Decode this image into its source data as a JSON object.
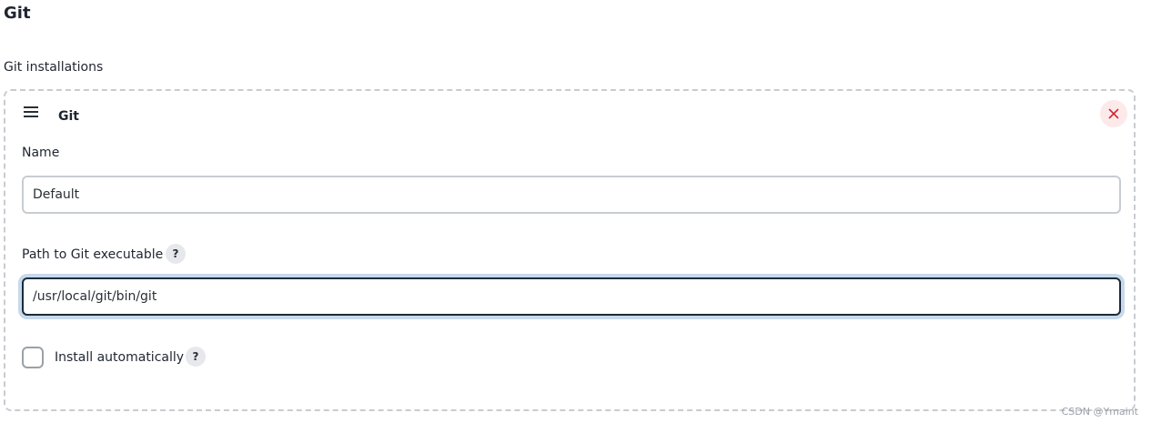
{
  "section": {
    "title": "Git",
    "installations_label": "Git installations"
  },
  "installation": {
    "title": "Git",
    "name_label": "Name",
    "name_value": "Default",
    "path_label": "Path to Git executable",
    "path_value": "/usr/local/git/bin/git",
    "install_auto_label": "Install automatically",
    "install_auto_checked": false,
    "help_glyph": "?",
    "icons": {
      "drag": "drag-handle-icon",
      "delete": "close-icon",
      "help": "help-icon"
    }
  },
  "colors": {
    "delete_icon": "#d1242f",
    "delete_bg": "#fde9ea",
    "focus_border": "#1c2b3a",
    "focus_ring": "#c7d9eb",
    "border": "#c8ccd1"
  },
  "watermark": "CSDN @Ymaint"
}
